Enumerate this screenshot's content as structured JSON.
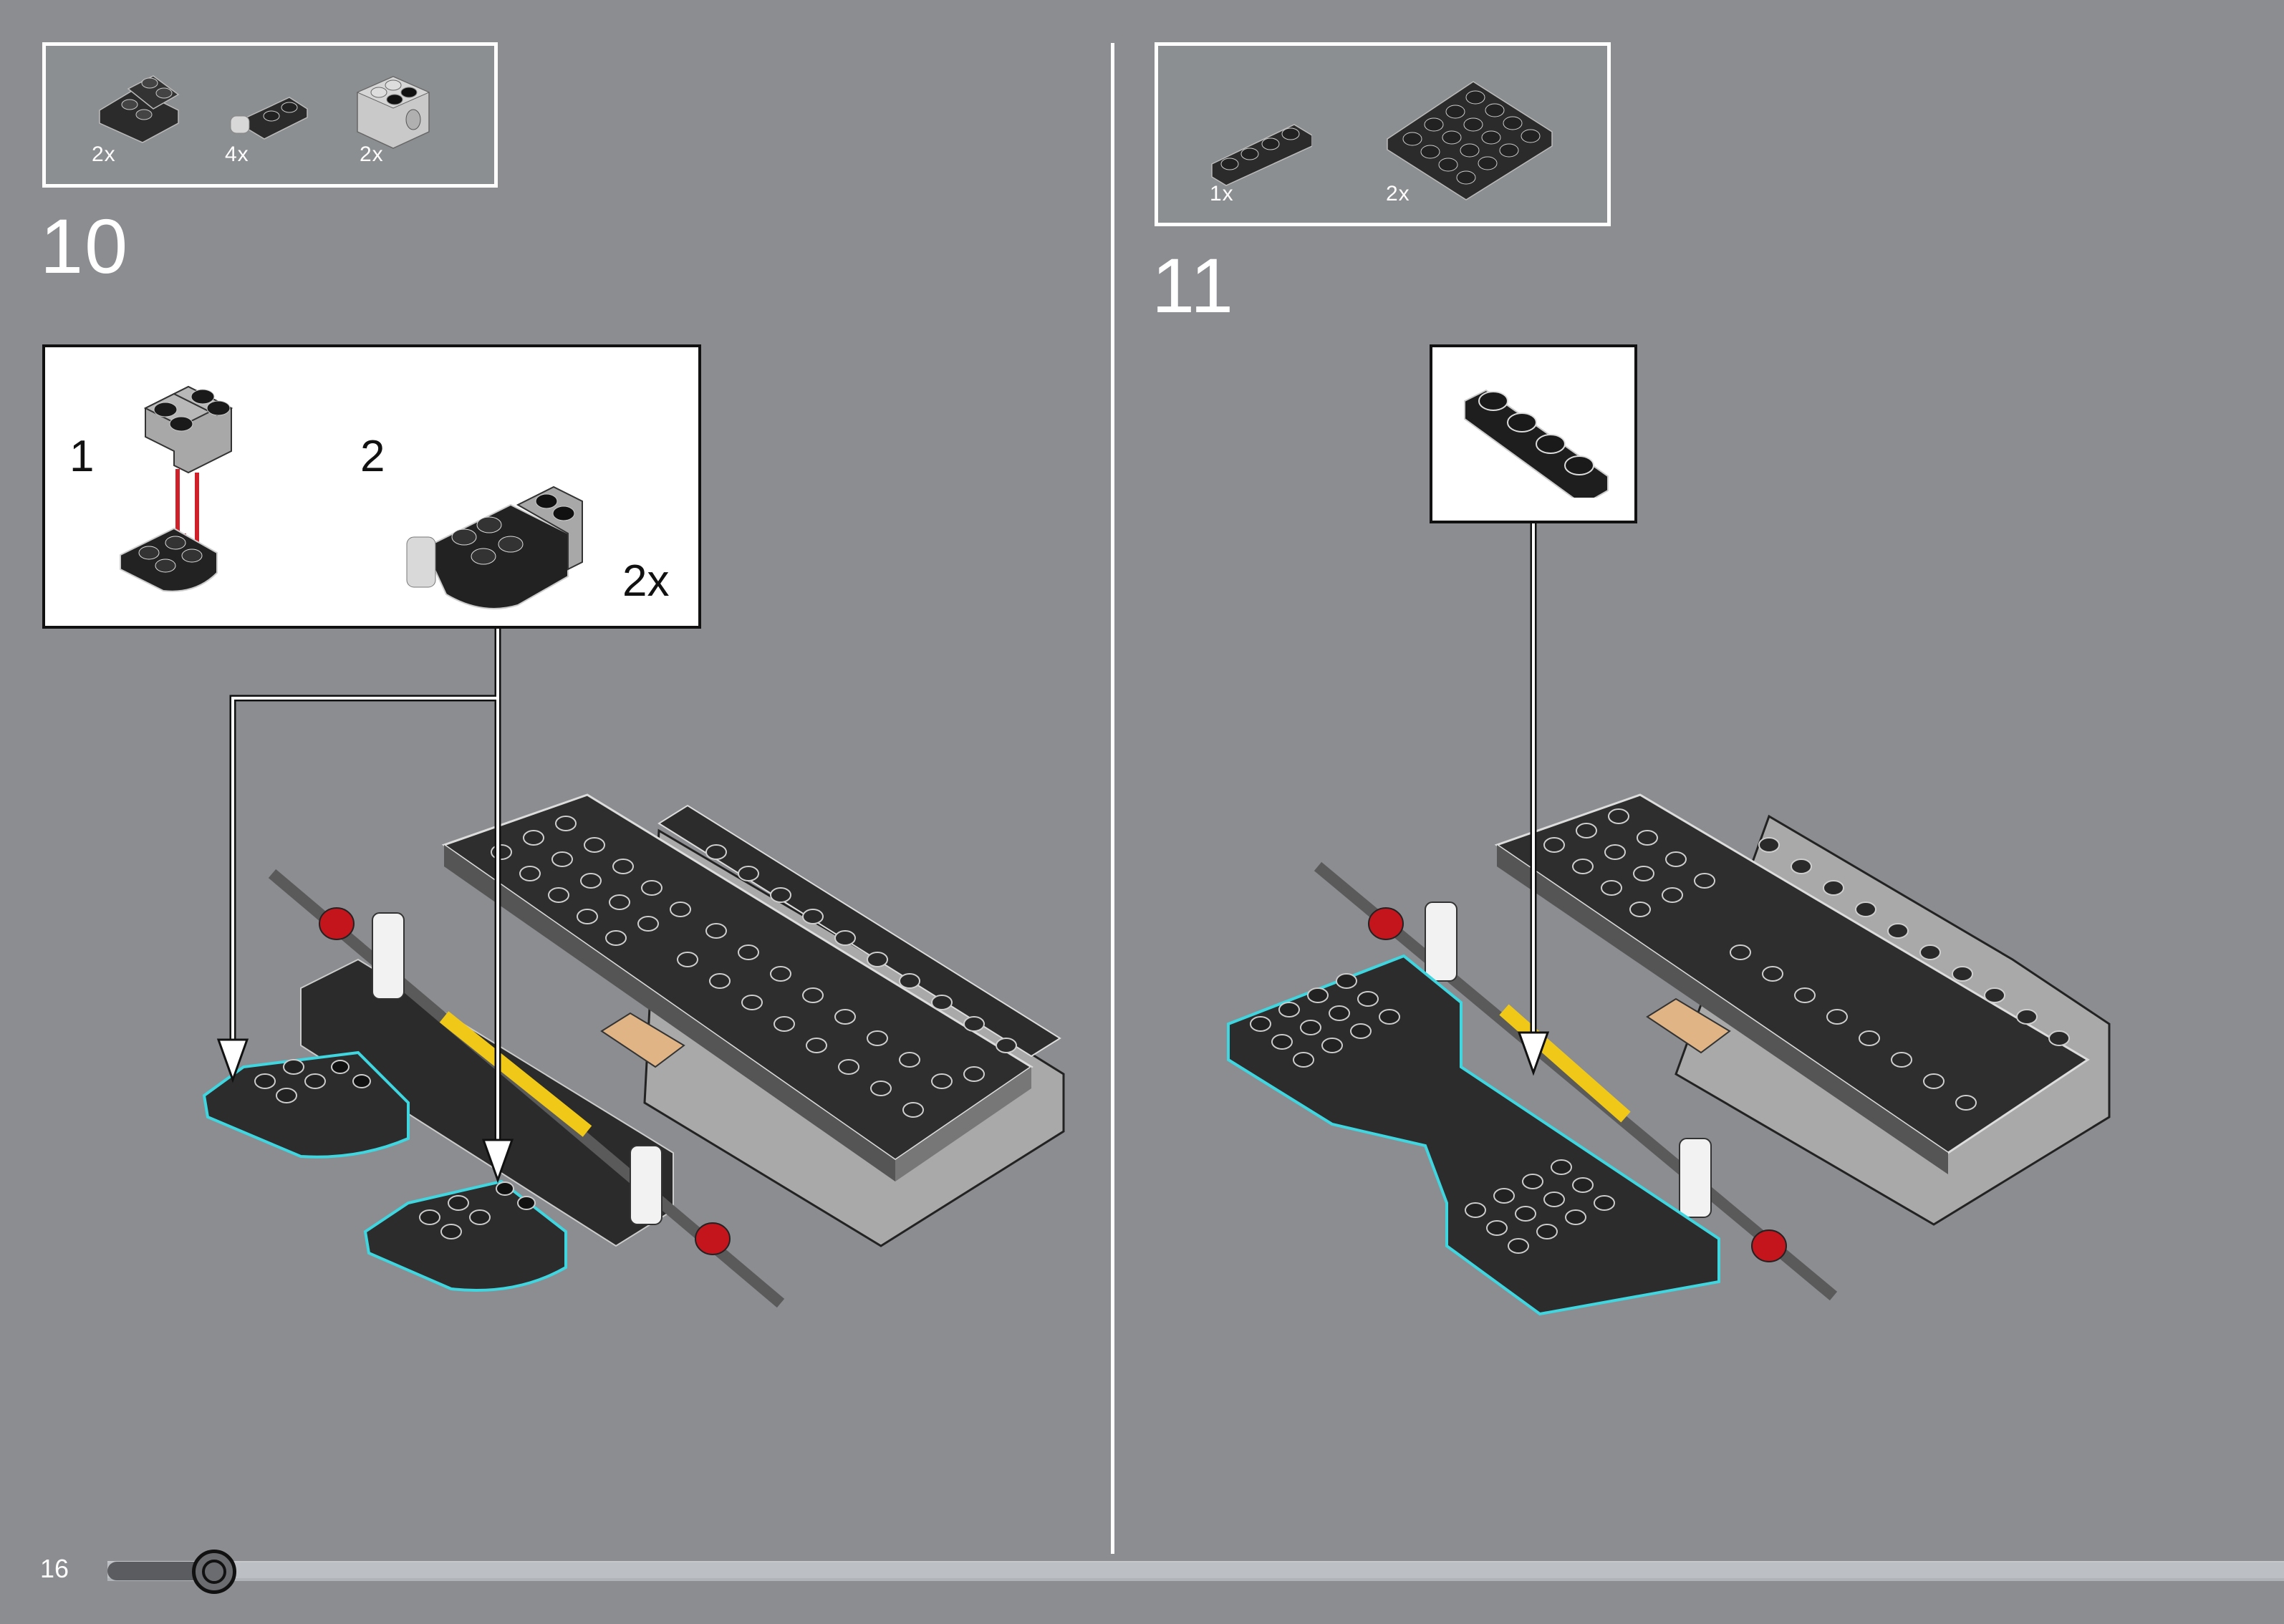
{
  "page": {
    "page_number": "16",
    "progress_percent": 5,
    "background_color": "#8c8d91",
    "highlight_color": "#3fd6e0",
    "arrow_color_callout": "#d0202a"
  },
  "steps": [
    {
      "number": "10",
      "parts": [
        {
          "icon": "curved-slope-plate-2x2-icon",
          "count": "2x",
          "color": "black"
        },
        {
          "icon": "hinge-plate-1x2-icon",
          "count": "4x",
          "color": "black"
        },
        {
          "icon": "technic-brick-with-hole-icon",
          "count": "2x",
          "color": "light-gray"
        }
      ],
      "callout": {
        "substeps": [
          {
            "label": "1"
          },
          {
            "label": "2"
          }
        ],
        "multiplier": "2x"
      }
    },
    {
      "number": "11",
      "parts": [
        {
          "icon": "plate-1x4-icon",
          "count": "1x",
          "color": "black"
        },
        {
          "icon": "plate-4x4-icon",
          "count": "2x",
          "color": "black"
        }
      ],
      "callout": {
        "part_icon": "plate-1x4-icon"
      }
    }
  ]
}
